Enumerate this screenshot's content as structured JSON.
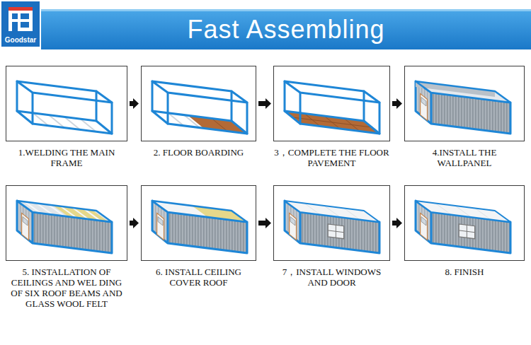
{
  "diagram": {
    "title": "Fast Assembling",
    "nodes": [
      {
        "text": [
          "1.WELDING THE MAIN FRAME"
        ]
      },
      {
        "text": [
          "2. FLOOR BOARDING"
        ]
      },
      {
        "text": [
          "3，COMPLETE THE FLOOR PAVEMENT"
        ]
      },
      {
        "text": [
          "4.INSTALL THE WALLPANEL"
        ]
      },
      {
        "text": [
          "5. INSTALLATION OF CEILINGS AND WEL DING OF SIX ROOF BEAMS AND GLASS WOOL FELT"
        ]
      },
      {
        "text": [
          "6. INSTALL CEILING COVER ROOF"
        ]
      },
      {
        "text": [
          "7，INSTALL WINDOWS AND DOOR"
        ]
      },
      {
        "text": [
          "8. FINISH"
        ]
      }
    ],
    "edges": [
      {
        "from": 0,
        "to": 1,
        "arrow": "to"
      },
      {
        "from": 1,
        "to": 2,
        "arrow": "to"
      },
      {
        "from": 2,
        "to": 3,
        "arrow": "to"
      },
      {
        "from": 4,
        "to": 5,
        "arrow": "to"
      },
      {
        "from": 5,
        "to": 6,
        "arrow": "to"
      },
      {
        "from": 6,
        "to": 7,
        "arrow": "to"
      }
    ],
    "labels": [
      "Goodstar"
    ]
  }
}
